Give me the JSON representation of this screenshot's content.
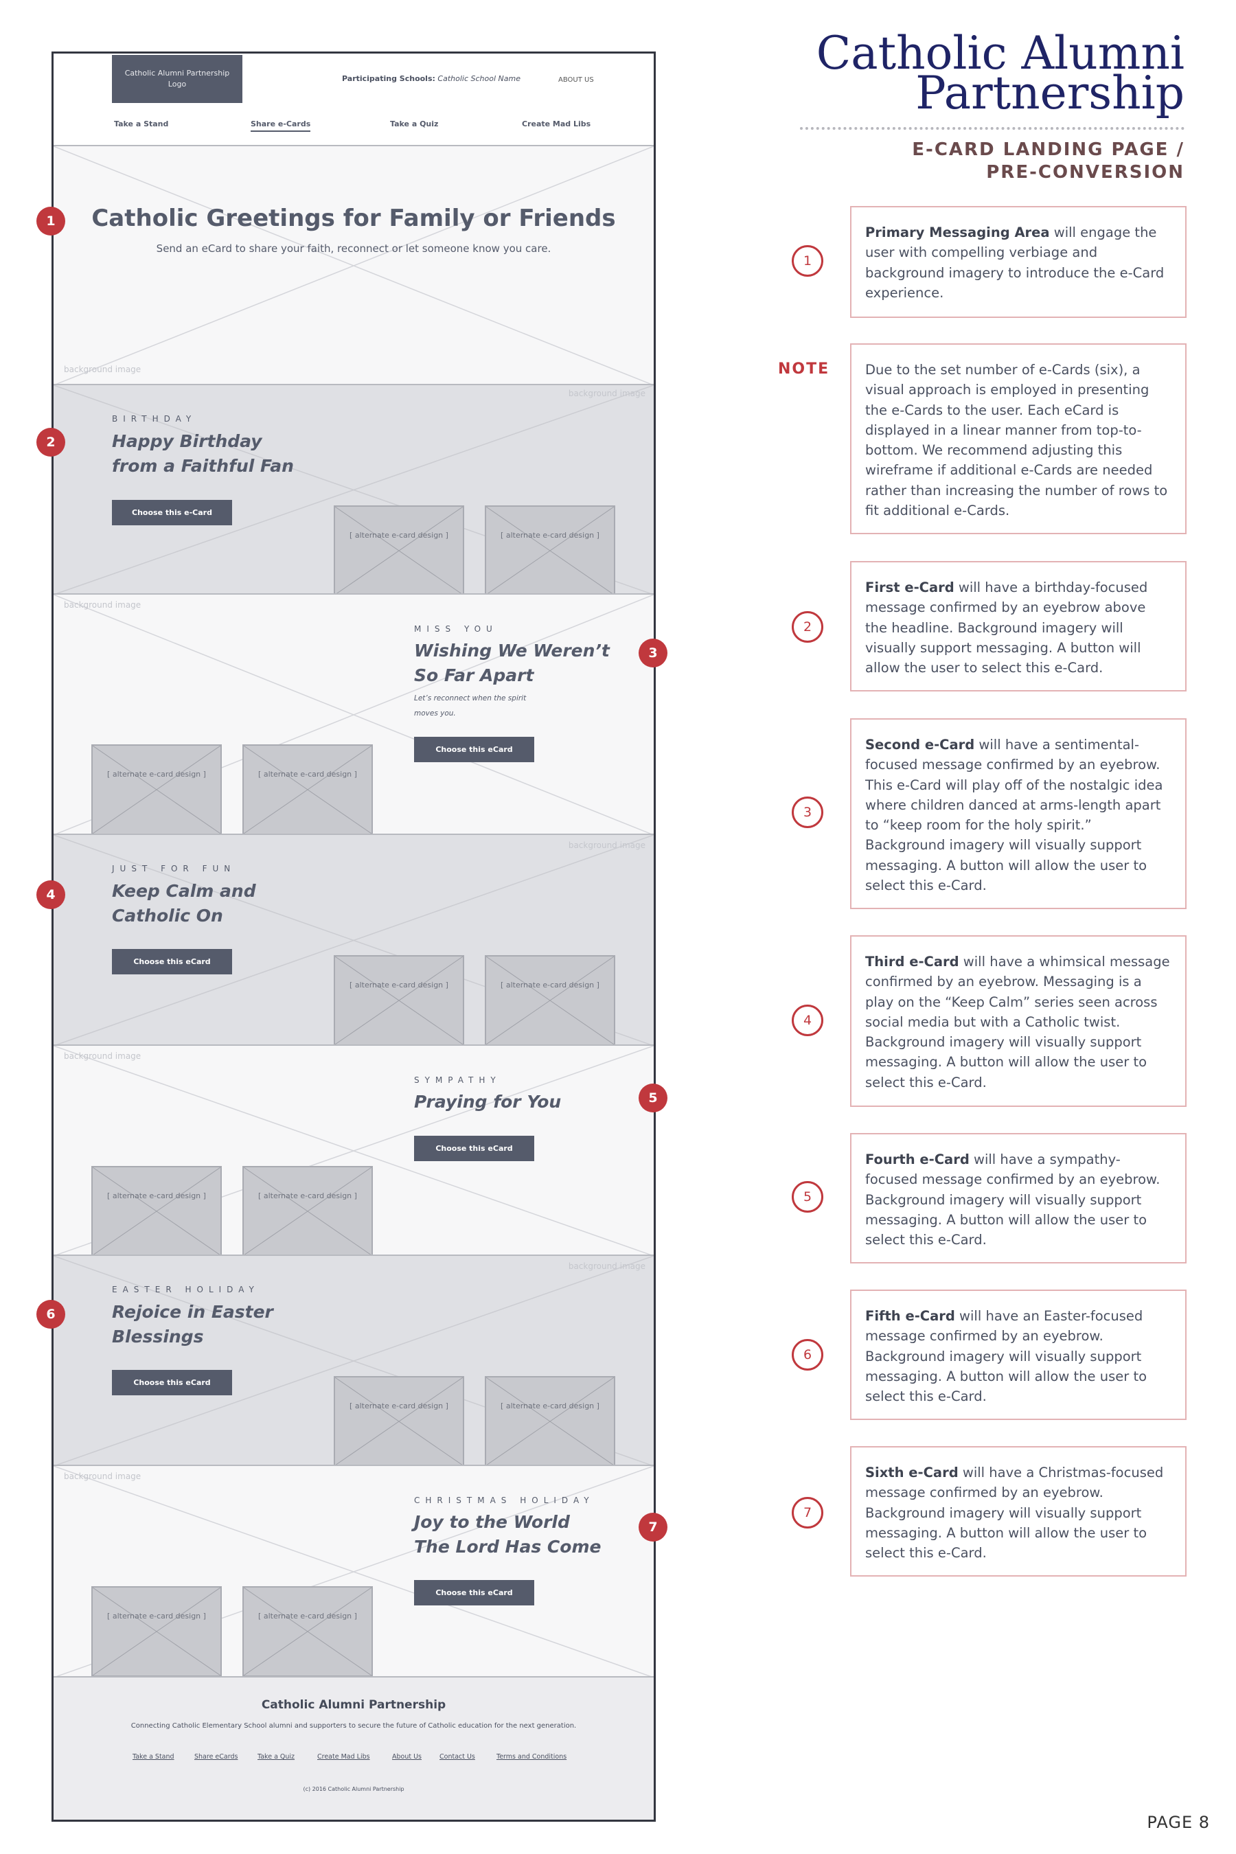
{
  "header": {
    "logo": "Catholic Alumni Partnership Logo",
    "participating_label": "Participating Schools:",
    "school_name": "Catholic School Name",
    "about": "ABOUT US",
    "nav": [
      "Take a Stand",
      "Share e-Cards",
      "Take a Quiz",
      "Create Mad Libs"
    ]
  },
  "hero": {
    "title": "Catholic Greetings for Family or Friends",
    "subtitle": "Send an eCard to share your faith, reconnect or let someone know you care.",
    "bg_label": "background image"
  },
  "ecards": [
    {
      "eyebrow": "BIRTHDAY",
      "headline_1": "Happy Birthday",
      "headline_2": "from a Faithful Fan",
      "button": "Choose this e-Card",
      "bg_label": "background image",
      "alt_label": "[ alternate e-card design ]"
    },
    {
      "eyebrow": "MISS YOU",
      "headline_1": "Wishing We Weren’t",
      "headline_2": "So Far Apart",
      "sub_1": "Let’s reconnect when the spirit",
      "sub_2": "moves you.",
      "button": "Choose this eCard",
      "bg_label": "background image",
      "alt_label": "[ alternate e-card design ]"
    },
    {
      "eyebrow": "JUST FOR FUN",
      "headline_1": "Keep Calm and",
      "headline_2": "Catholic On",
      "button": "Choose this eCard",
      "bg_label": "background image",
      "alt_label": "[ alternate e-card design ]"
    },
    {
      "eyebrow": "SYMPATHY",
      "headline_1": "Praying for You",
      "button": "Choose this eCard",
      "bg_label": "background image",
      "alt_label": "[ alternate e-card design ]"
    },
    {
      "eyebrow": "EASTER HOLIDAY",
      "headline_1": "Rejoice in Easter",
      "headline_2": "Blessings",
      "button": "Choose this eCard",
      "bg_label": "background image",
      "alt_label": "[ alternate e-card design ]"
    },
    {
      "eyebrow": "CHRISTMAS HOLIDAY",
      "headline_1": "Joy to the World",
      "headline_2": "The Lord Has Come",
      "button": "Choose this eCard",
      "bg_label": "background image",
      "alt_label": "[ alternate e-card design ]"
    }
  ],
  "footer": {
    "title": "Catholic Alumni Partnership",
    "tagline": "Connecting Catholic Elementary School alumni and supporters to secure the future of Catholic education for the next generation.",
    "links": [
      "Take a Stand",
      "Share eCards",
      "Take a Quiz",
      "Create Mad Libs",
      "About Us",
      "Contact Us",
      "Terms and Conditions"
    ],
    "copyright": "(c) 2016 Catholic Alumni Partnership"
  },
  "markers": [
    "1",
    "2",
    "3",
    "4",
    "5",
    "6",
    "7"
  ],
  "brand": {
    "line1": "Catholic Alumni",
    "line2": "Partnership"
  },
  "page_title": {
    "line1": "E-CARD LANDING PAGE /",
    "line2": "PRE-CONVERSION"
  },
  "note_label": "NOTE",
  "annotations": [
    {
      "marker": "1",
      "lead": "Primary Messaging Area",
      "text": " will engage the user with compelling verbiage and background imagery to introduce the e-Card experience."
    },
    {
      "marker": "",
      "lead": "",
      "text": "Due to the set number of e-Cards (six), a visual approach is employed in presenting the e-Cards to the user. Each eCard is displayed in a linear manner from top-to-bottom. We recommend adjusting this wireframe if additional e-Cards are needed rather than increasing the number of rows to fit additional e-Cards."
    },
    {
      "marker": "2",
      "lead": "First e-Card",
      "text": " will have a birthday-focused message confirmed by an eyebrow above the headline. Background imagery will visually support messaging. A button will allow the user to select this e-Card."
    },
    {
      "marker": "3",
      "lead": "Second e-Card",
      "text": " will have a sentimental-focused message confirmed by an eyebrow. This e-Card will play off of the nostalgic idea where children danced at arms-length apart to “keep room for the holy spirit.” Background imagery will visually support messaging. A button will allow the user to select this e-Card."
    },
    {
      "marker": "4",
      "lead": "Third e-Card",
      "text": " will have a whimsical message confirmed by an eyebrow. Messaging is a play on the “Keep Calm” series seen across social media but with a Catholic twist. Background imagery will visually support messaging. A button will allow the user to select this e-Card."
    },
    {
      "marker": "5",
      "lead": "Fourth e-Card",
      "text": " will have a sympathy-focused message confirmed by an eyebrow. Background imagery will visually support messaging. A button will allow the user to select this e-Card."
    },
    {
      "marker": "6",
      "lead": "Fifth e-Card",
      "text": " will have an Easter-focused message confirmed by an eyebrow. Background imagery will visually support messaging. A button will allow the user to select this e-Card."
    },
    {
      "marker": "7",
      "lead": "Sixth e-Card",
      "text": " will have a Christmas-focused message confirmed by an eyebrow. Background imagery will visually support messaging. A button will allow the user to select this e-Card."
    }
  ],
  "page_number": "PAGE 8",
  "colors": {
    "accent_red": "#c0383d",
    "brand_navy": "#1f2466",
    "wire_dark": "#555b6b"
  }
}
